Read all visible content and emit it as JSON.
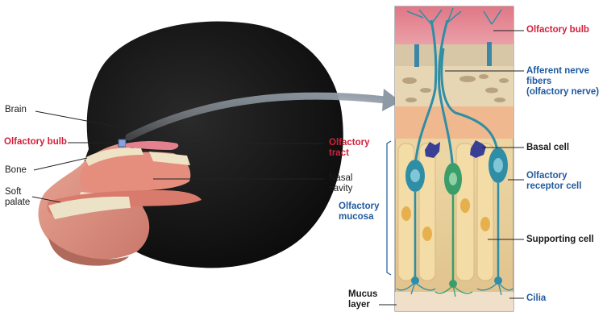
{
  "labels": {
    "brain": "Brain",
    "olfactory_bulb_left": "Olfactory bulb",
    "bone": "Bone",
    "soft_palate_line1": "Soft",
    "soft_palate_line2": "palate",
    "olfactory_tract_line1": "Olfactory",
    "olfactory_tract_line2": "tract",
    "nasal_cavity_line1": "Nasal",
    "nasal_cavity_line2": "cavity",
    "olfactory_mucosa_line1": "Olfactory",
    "olfactory_mucosa_line2": "mucosa",
    "mucus_layer_line1": "Mucus",
    "mucus_layer_line2": "layer",
    "olfactory_bulb_right": "Olfactory bulb",
    "afferent_line1": "Afferent nerve",
    "afferent_line2": "fibers",
    "afferent_line3": "(olfactory nerve)",
    "basal_cell": "Basal cell",
    "receptor_line1": "Olfactory",
    "receptor_line2": "receptor cell",
    "supporting_cell": "Supporting cell",
    "cilia": "Cilia"
  },
  "colors": {
    "red_label": "#d3203a",
    "blue_label": "#1f5a9e",
    "fur": "#141414",
    "skin": "#d98d7c",
    "bulb_layer": "#e5808f",
    "bone_layer": "#e6d6b4",
    "mucosa": "#e9cfa0",
    "receptor": "#2f8ea6",
    "basal": "#3a3f96",
    "arrow": "#9aa6b2"
  }
}
